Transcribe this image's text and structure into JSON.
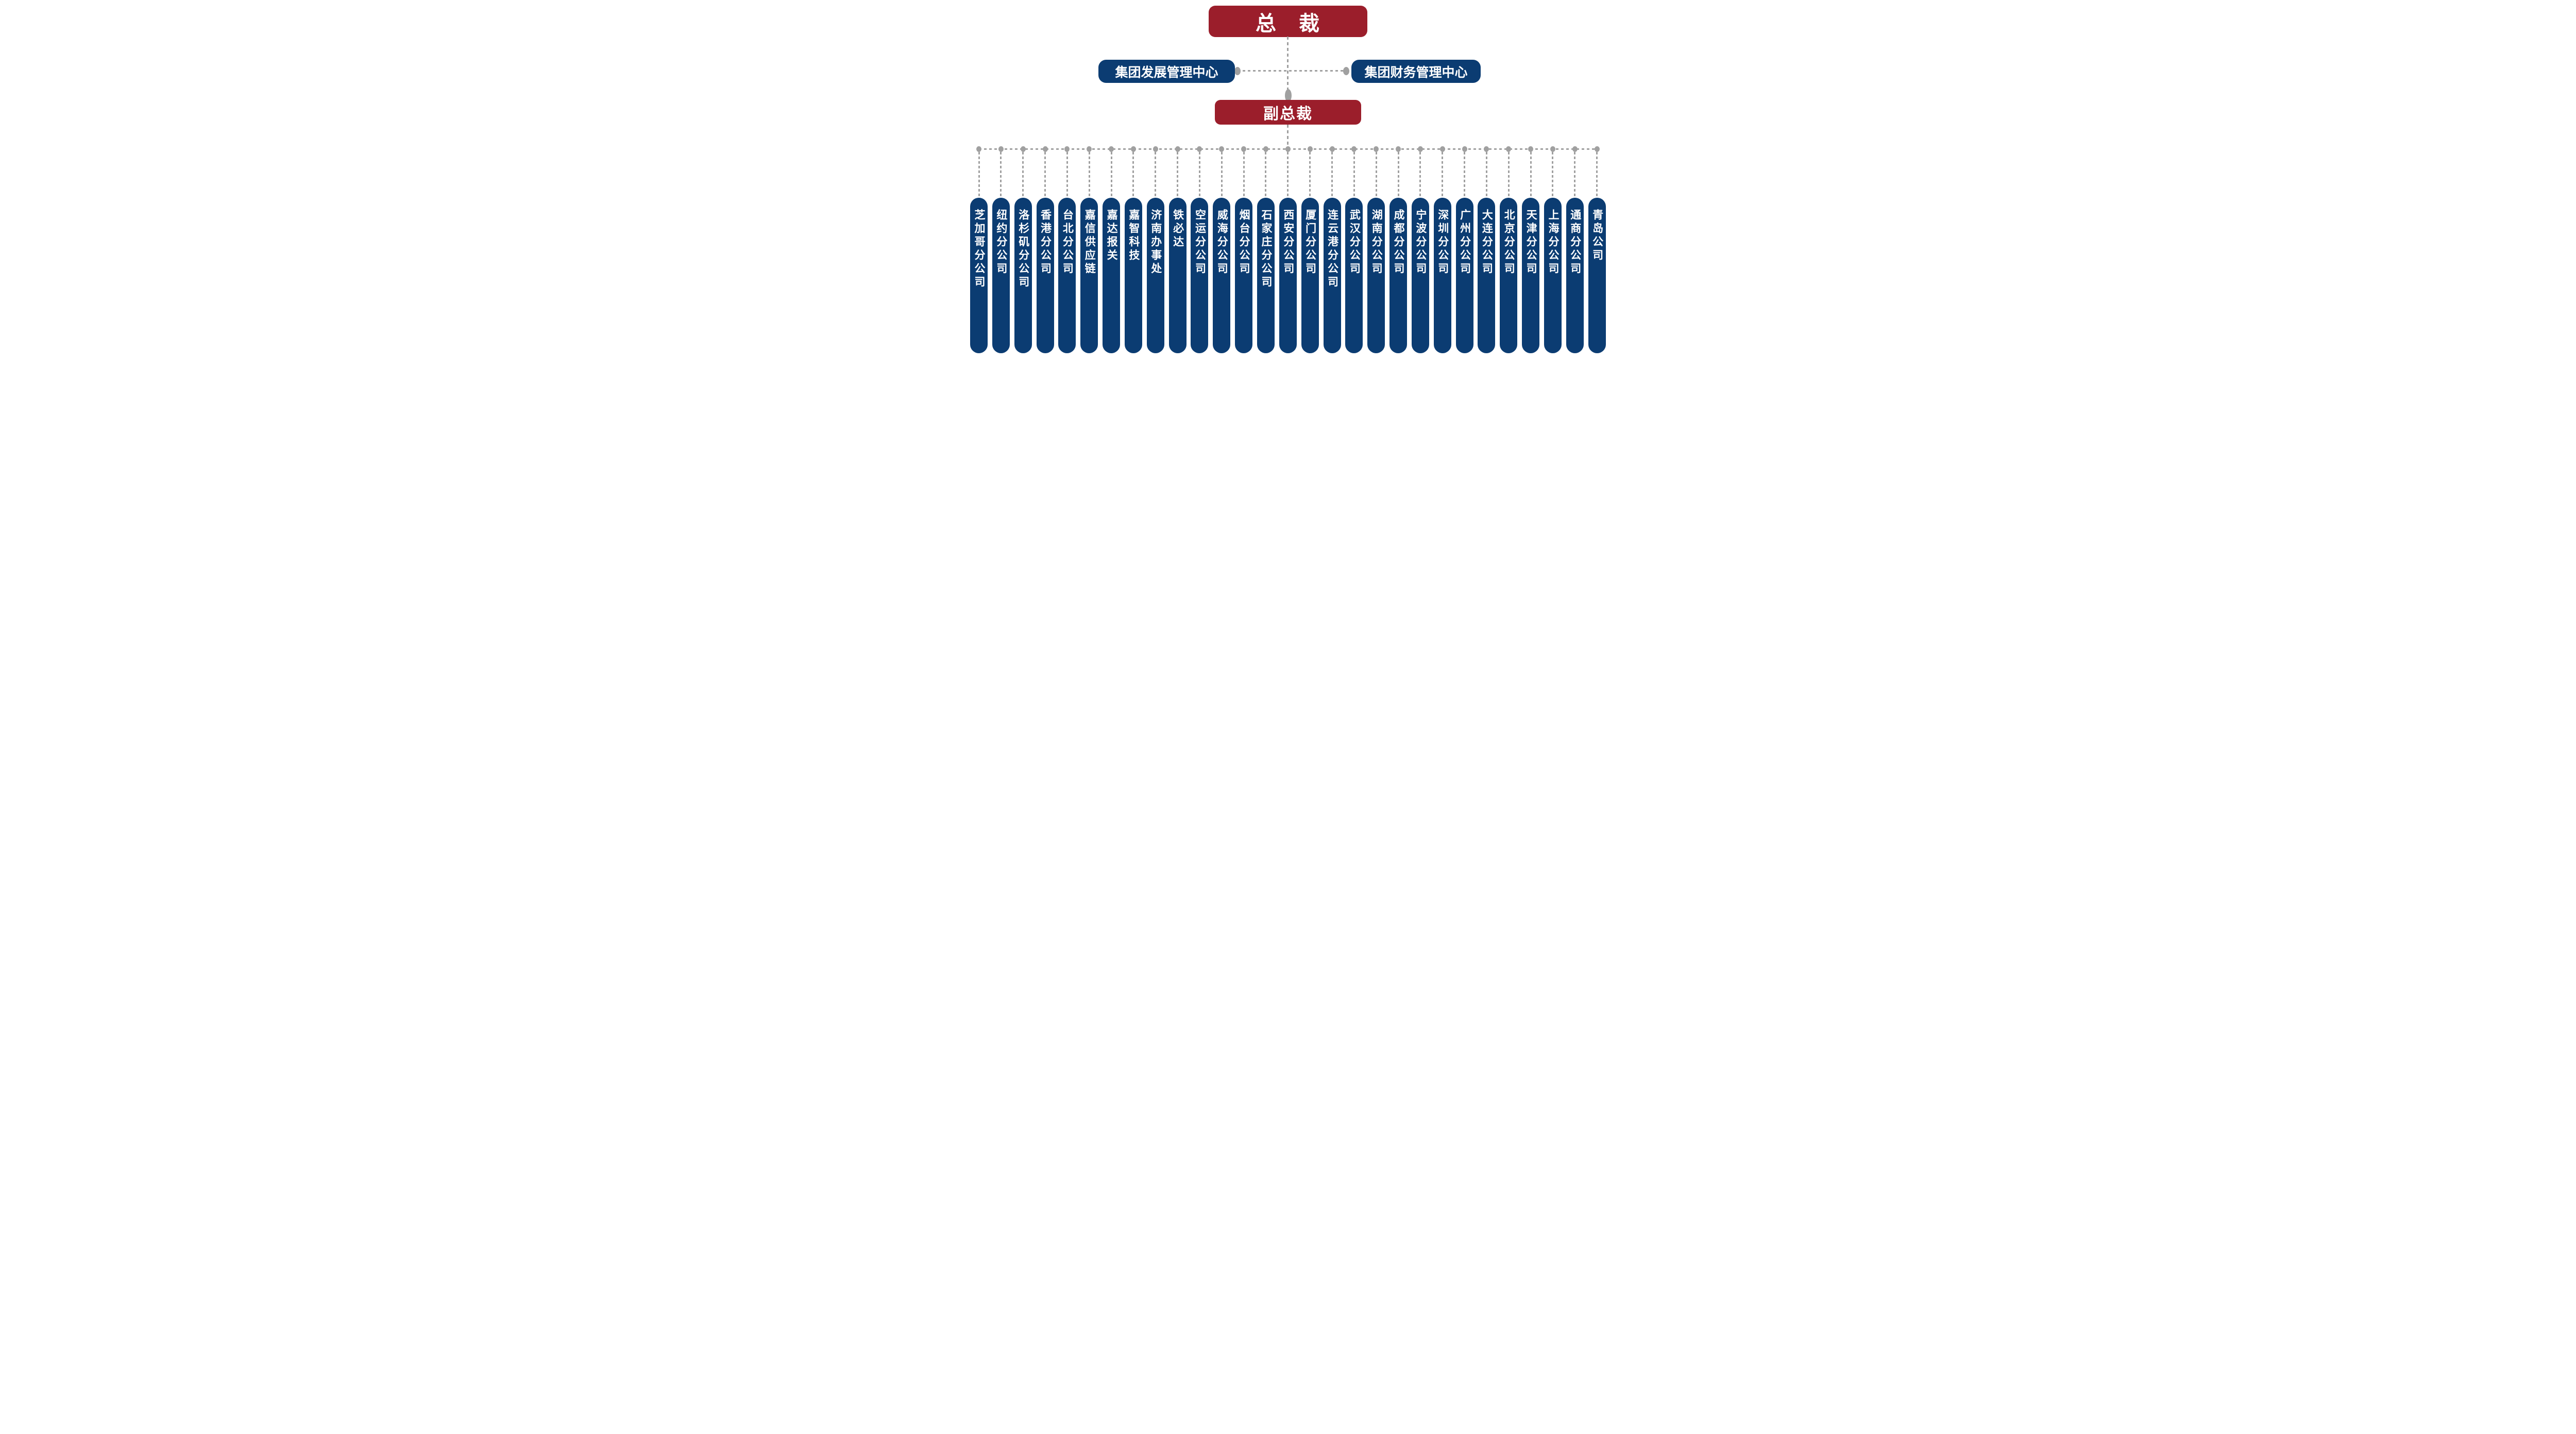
{
  "org_chart": {
    "president": {
      "label": "总　裁"
    },
    "centers": [
      {
        "label": "集团发展管理中心"
      },
      {
        "label": "集团财务管理中心"
      }
    ],
    "vice_president": {
      "label": "副总裁"
    },
    "branches": [
      {
        "label": "芝加哥分公司"
      },
      {
        "label": "纽约分公司"
      },
      {
        "label": "洛杉矶分公司"
      },
      {
        "label": "香港分公司"
      },
      {
        "label": "台北分公司"
      },
      {
        "label": "嘉信供应链"
      },
      {
        "label": "嘉达报关"
      },
      {
        "label": "嘉智科技"
      },
      {
        "label": "济南办事处"
      },
      {
        "label": "铁必达"
      },
      {
        "label": "空运分公司"
      },
      {
        "label": "威海分公司"
      },
      {
        "label": "烟台分公司"
      },
      {
        "label": "石家庄分公司"
      },
      {
        "label": "西安分公司"
      },
      {
        "label": "厦门分公司"
      },
      {
        "label": "连云港分公司"
      },
      {
        "label": "武汉分公司"
      },
      {
        "label": "湖南分公司"
      },
      {
        "label": "成都分公司"
      },
      {
        "label": "宁波分公司"
      },
      {
        "label": "深圳分公司"
      },
      {
        "label": "广州分公司"
      },
      {
        "label": "大连分公司"
      },
      {
        "label": "北京分公司"
      },
      {
        "label": "天津分公司"
      },
      {
        "label": "上海分公司"
      },
      {
        "label": "通商分公司"
      },
      {
        "label": "青岛公司"
      }
    ],
    "colors": {
      "executive_box": "#9B1E2B",
      "department_box": "#0B3C72",
      "connector": "#A0A0A0",
      "label_text": "#FFFFFF"
    }
  }
}
